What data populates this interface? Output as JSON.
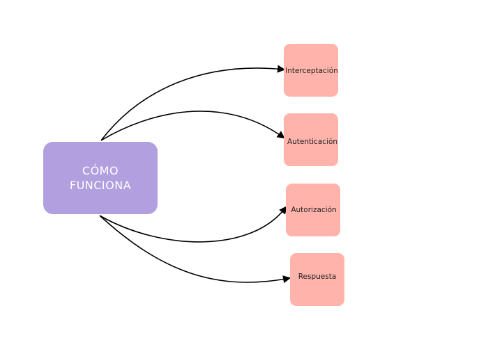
{
  "diagram": {
    "central": {
      "label": "CÓMO\nFUNCIONA",
      "color": "#b19fdf"
    },
    "step_color": "#ffb3ab",
    "connector_color": "#000000",
    "steps": [
      {
        "label": "Interceptación"
      },
      {
        "label": "Autenticación"
      },
      {
        "label": "Autorización"
      },
      {
        "label": "Respuesta"
      }
    ]
  }
}
